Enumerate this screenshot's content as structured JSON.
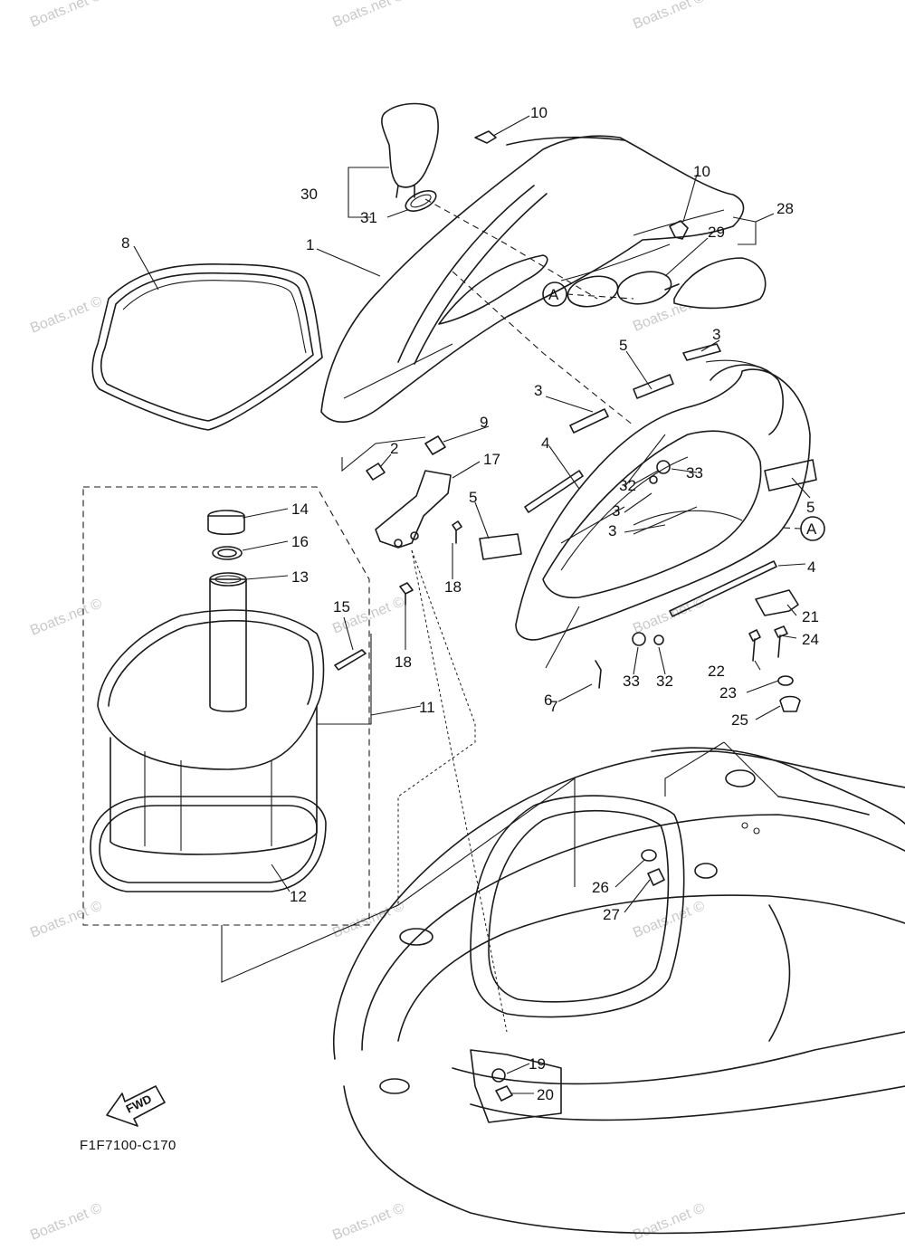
{
  "diagram": {
    "figure_code": "F1F7100-C170",
    "direction_arrow": "FWD",
    "reference_marker": "A",
    "watermark_text": "Boats.net ©",
    "part_labels": [
      {
        "id": "p1",
        "text": "1"
      },
      {
        "id": "p2",
        "text": "2"
      },
      {
        "id": "p3a",
        "text": "3"
      },
      {
        "id": "p3b",
        "text": "3"
      },
      {
        "id": "p3c",
        "text": "3"
      },
      {
        "id": "p3d",
        "text": "3"
      },
      {
        "id": "p4a",
        "text": "4"
      },
      {
        "id": "p4b",
        "text": "4"
      },
      {
        "id": "p5a",
        "text": "5"
      },
      {
        "id": "p5b",
        "text": "5"
      },
      {
        "id": "p5c",
        "text": "5"
      },
      {
        "id": "p6",
        "text": "6"
      },
      {
        "id": "p7",
        "text": "7"
      },
      {
        "id": "p8",
        "text": "8"
      },
      {
        "id": "p9",
        "text": "9"
      },
      {
        "id": "p10a",
        "text": "10"
      },
      {
        "id": "p10b",
        "text": "10"
      },
      {
        "id": "p11",
        "text": "11"
      },
      {
        "id": "p12",
        "text": "12"
      },
      {
        "id": "p13",
        "text": "13"
      },
      {
        "id": "p14",
        "text": "14"
      },
      {
        "id": "p15",
        "text": "15"
      },
      {
        "id": "p16",
        "text": "16"
      },
      {
        "id": "p17",
        "text": "17"
      },
      {
        "id": "p18a",
        "text": "18"
      },
      {
        "id": "p18b",
        "text": "18"
      },
      {
        "id": "p19",
        "text": "19"
      },
      {
        "id": "p20",
        "text": "20"
      },
      {
        "id": "p21",
        "text": "21"
      },
      {
        "id": "p22",
        "text": "22"
      },
      {
        "id": "p23",
        "text": "23"
      },
      {
        "id": "p24",
        "text": "24"
      },
      {
        "id": "p25",
        "text": "25"
      },
      {
        "id": "p26",
        "text": "26"
      },
      {
        "id": "p27",
        "text": "27"
      },
      {
        "id": "p28",
        "text": "28"
      },
      {
        "id": "p29",
        "text": "29"
      },
      {
        "id": "p30",
        "text": "30"
      },
      {
        "id": "p31",
        "text": "31"
      },
      {
        "id": "p32a",
        "text": "32"
      },
      {
        "id": "p32b",
        "text": "32"
      },
      {
        "id": "p33a",
        "text": "33"
      },
      {
        "id": "p33b",
        "text": "33"
      }
    ]
  }
}
